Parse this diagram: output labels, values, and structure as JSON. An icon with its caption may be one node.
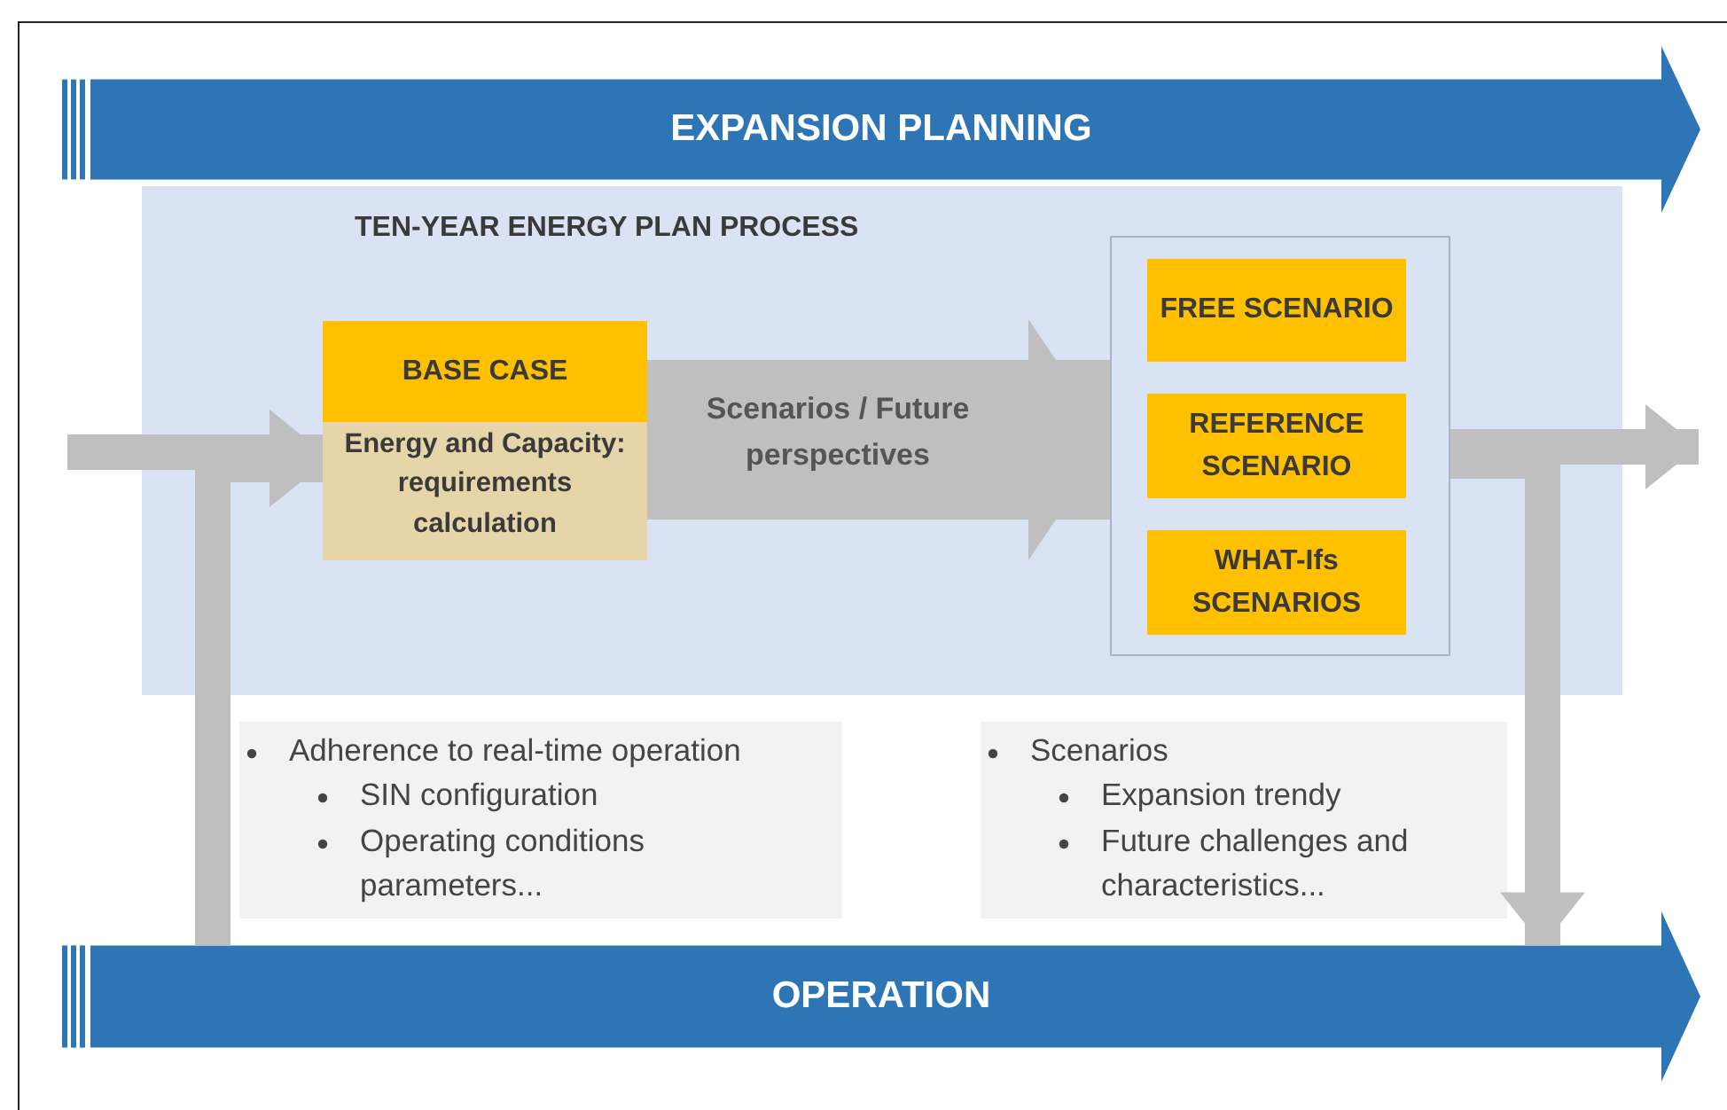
{
  "diagram": {
    "nodes": [
      {
        "text": [
          "EXPANSION PLANNING"
        ]
      },
      {
        "text": [
          "TEN-YEAR ENERGY PLAN PROCESS"
        ]
      },
      {
        "text": [
          "BASE CASE",
          "Energy and Capacity: requirements calculation"
        ],
        "in": 1
      },
      {
        "text": [],
        "shape": "box",
        "in": 1
      },
      {
        "text": [
          "FREE SCENARIO"
        ],
        "in": 3
      },
      {
        "text": [
          "REFERENCE SCENARIO"
        ],
        "in": 3
      },
      {
        "text": [
          "WHAT-Ifs SCENARIOS"
        ],
        "in": 3
      },
      {
        "text": [
          "Adherence to real-time operation",
          "SIN configuration",
          "Operating conditions parameters..."
        ]
      },
      {
        "text": [
          "Scenarios",
          "Expansion trendy",
          "Future challenges and characteristics..."
        ]
      },
      {
        "text": [
          "OPERATION"
        ]
      }
    ],
    "edges": [
      {
        "from": null,
        "to": 2,
        "arrow": "to"
      },
      {
        "from": 9,
        "to": 2,
        "arrow": "to"
      },
      {
        "from": 2,
        "to": 3,
        "arrow": "to",
        "label": "Scenarios / Future perspectives",
        "style": "thick"
      },
      {
        "from": 3,
        "to": null,
        "arrow": "to"
      },
      {
        "from": 3,
        "to": 9,
        "arrow": "to"
      }
    ]
  }
}
